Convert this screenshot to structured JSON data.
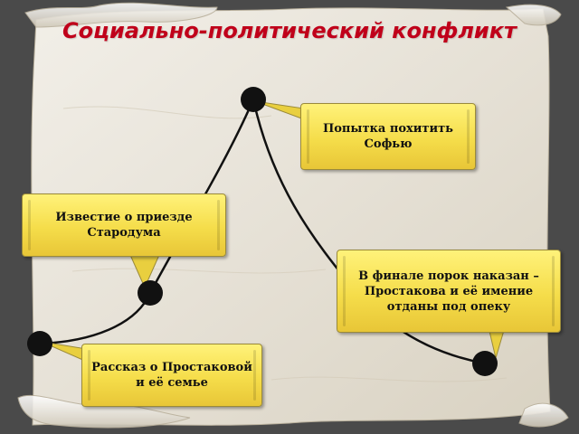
{
  "slide": {
    "title": "Социально-политический конфликт",
    "colors": {
      "title": "#c0001a",
      "callout_fill": "#f5dd4a",
      "node": "#111111",
      "parchment": "#e6e1d6"
    }
  },
  "callouts": {
    "exposition": "Рассказ о Простаковой и её семье",
    "setup": "Известие о приезде Стародума",
    "climax": "Попытка похитить Софью",
    "resolution": "В финале порок наказан – Простакова и её имение отданы под опеку"
  }
}
